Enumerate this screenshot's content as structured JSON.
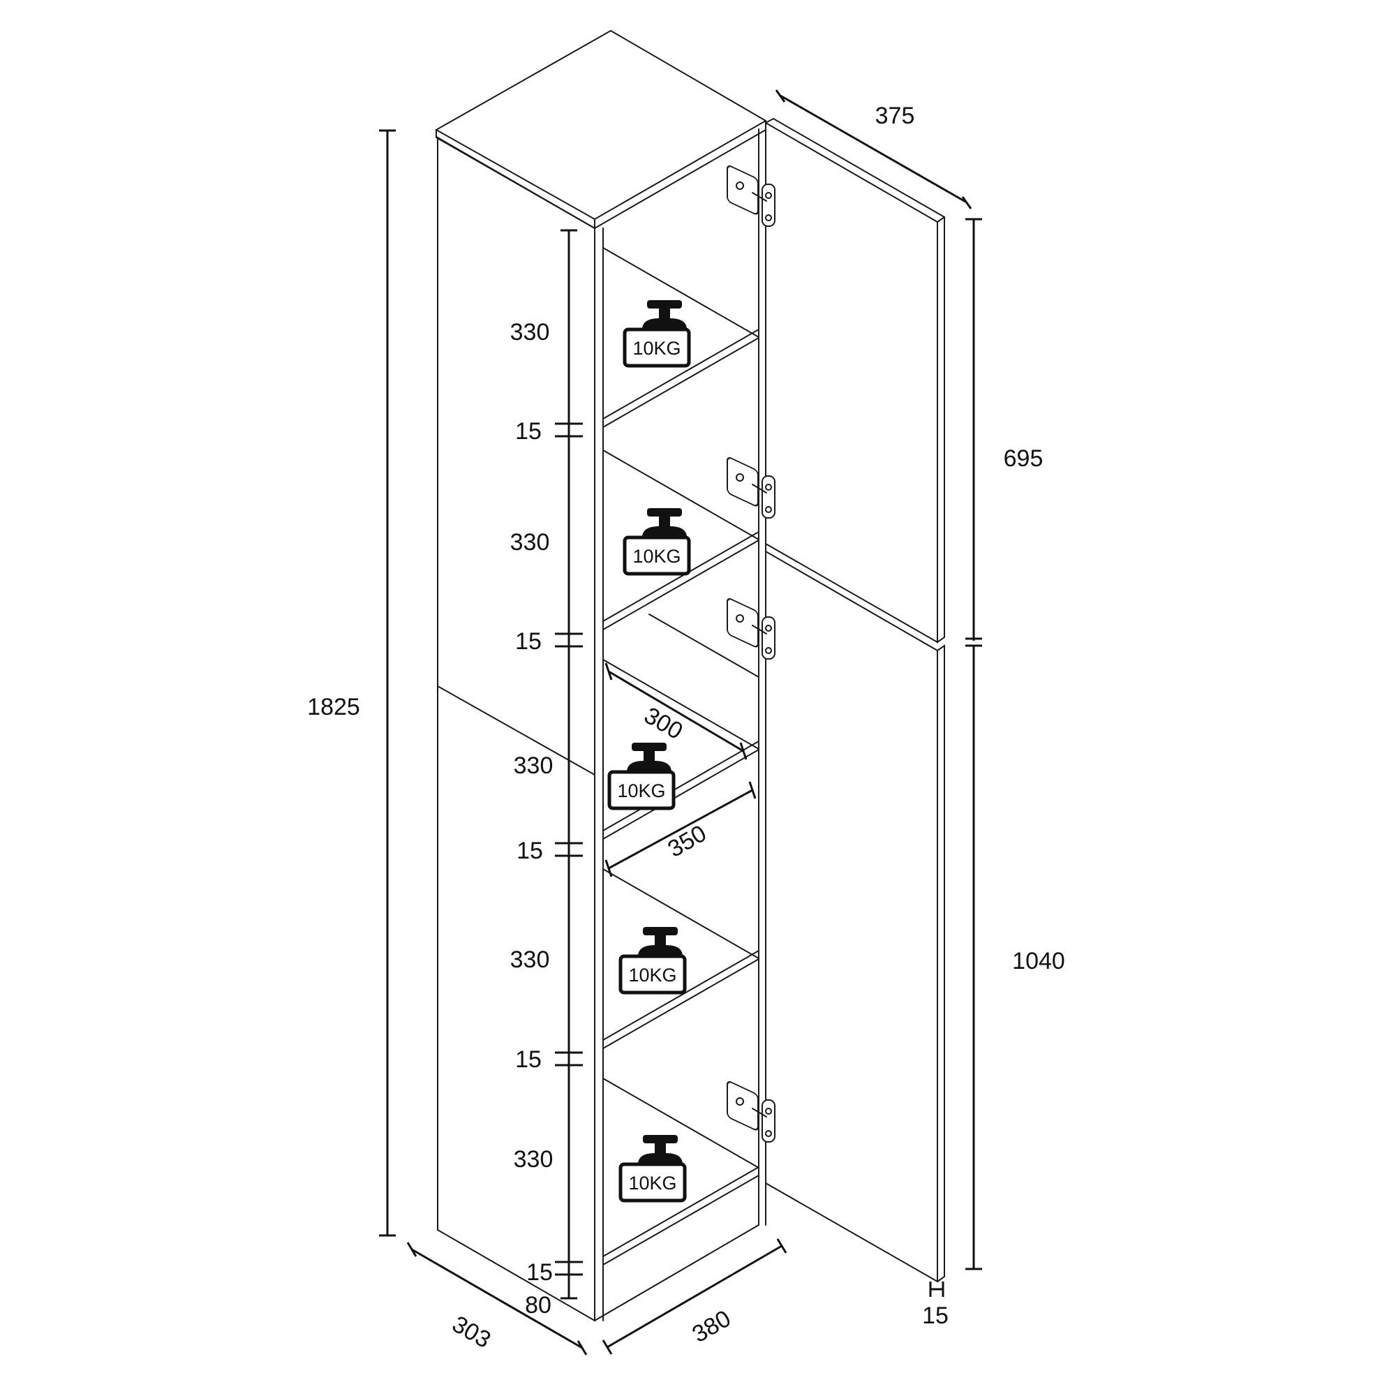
{
  "dimensions": {
    "total_height": "1825",
    "door_top_width": "375",
    "upper_door_height": "695",
    "lower_door_height": "1040",
    "door_thickness": "15",
    "shelf_depth": "300",
    "shelf_width": "350",
    "base_height": "80",
    "side_depth": "303",
    "front_width": "380"
  },
  "compartments": [
    {
      "height": "330",
      "separator": "15",
      "load": "10KG"
    },
    {
      "height": "330",
      "separator": "15",
      "load": "10KG"
    },
    {
      "height": "330",
      "separator": "15",
      "load": "10KG"
    },
    {
      "height": "330",
      "separator": "15",
      "load": "10KG"
    },
    {
      "height": "330",
      "separator": "15",
      "load": "10KG"
    }
  ],
  "colors": {
    "line": "#1a1a1a",
    "background": "#ffffff"
  }
}
